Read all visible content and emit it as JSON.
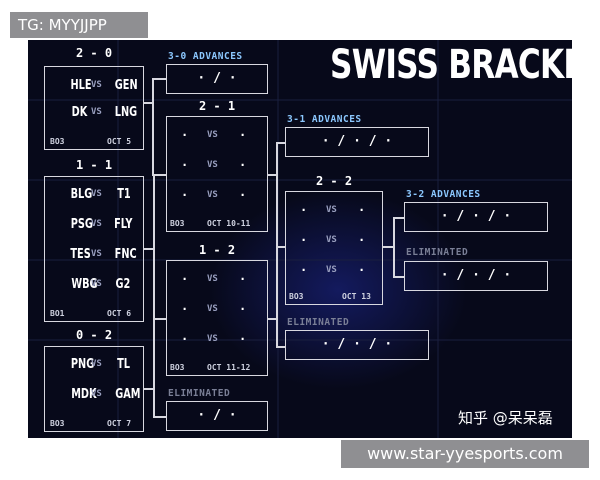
{
  "overlay_tag": "TG: MYYJJPP",
  "footer_url": "www.star-yyesports.com",
  "watermark": "知乎 @呆呆磊",
  "title": "SWISS BRACKET",
  "vs": "VS",
  "dot": "·",
  "slot_advances": "· / ·",
  "slot_four": "· / · / ·",
  "round_labels": {
    "r20": "2 - 0",
    "r11": "1 - 1",
    "r02": "0 - 2",
    "r21": "2 - 1",
    "r12": "1 - 2",
    "r22": "2 - 2"
  },
  "groups": {
    "g20": {
      "matches": [
        [
          "HLE",
          "GEN"
        ],
        [
          "DK",
          "LNG"
        ]
      ],
      "format": "BO3",
      "date": "OCT 5"
    },
    "g11": {
      "matches": [
        [
          "BLG",
          "T1"
        ],
        [
          "PSG",
          "FLY"
        ],
        [
          "TES",
          "FNC"
        ],
        [
          "WBG",
          "G2"
        ]
      ],
      "format": "BO1",
      "date": "OCT 6"
    },
    "g02": {
      "matches": [
        [
          "PNG",
          "TL"
        ],
        [
          "MDK",
          "GAM"
        ]
      ],
      "format": "BO3",
      "date": "OCT 7"
    },
    "g21": {
      "format": "BO3",
      "date": "OCT 10-11"
    },
    "g12": {
      "format": "BO3",
      "date": "OCT 11-12"
    },
    "g22": {
      "format": "BO3",
      "date": "OCT 13"
    }
  },
  "outcomes": {
    "adv30": "3-0 ADVANCES",
    "adv31": "3-1 ADVANCES",
    "adv32": "3-2 ADVANCES",
    "elim_a": "ELIMINATED",
    "elim_b": "ELIMINATED",
    "elim_c": "ELIMINATED"
  },
  "colors": {
    "background": "#07091a",
    "accent": "#8cc8ff",
    "line": "#d8d8e0"
  }
}
